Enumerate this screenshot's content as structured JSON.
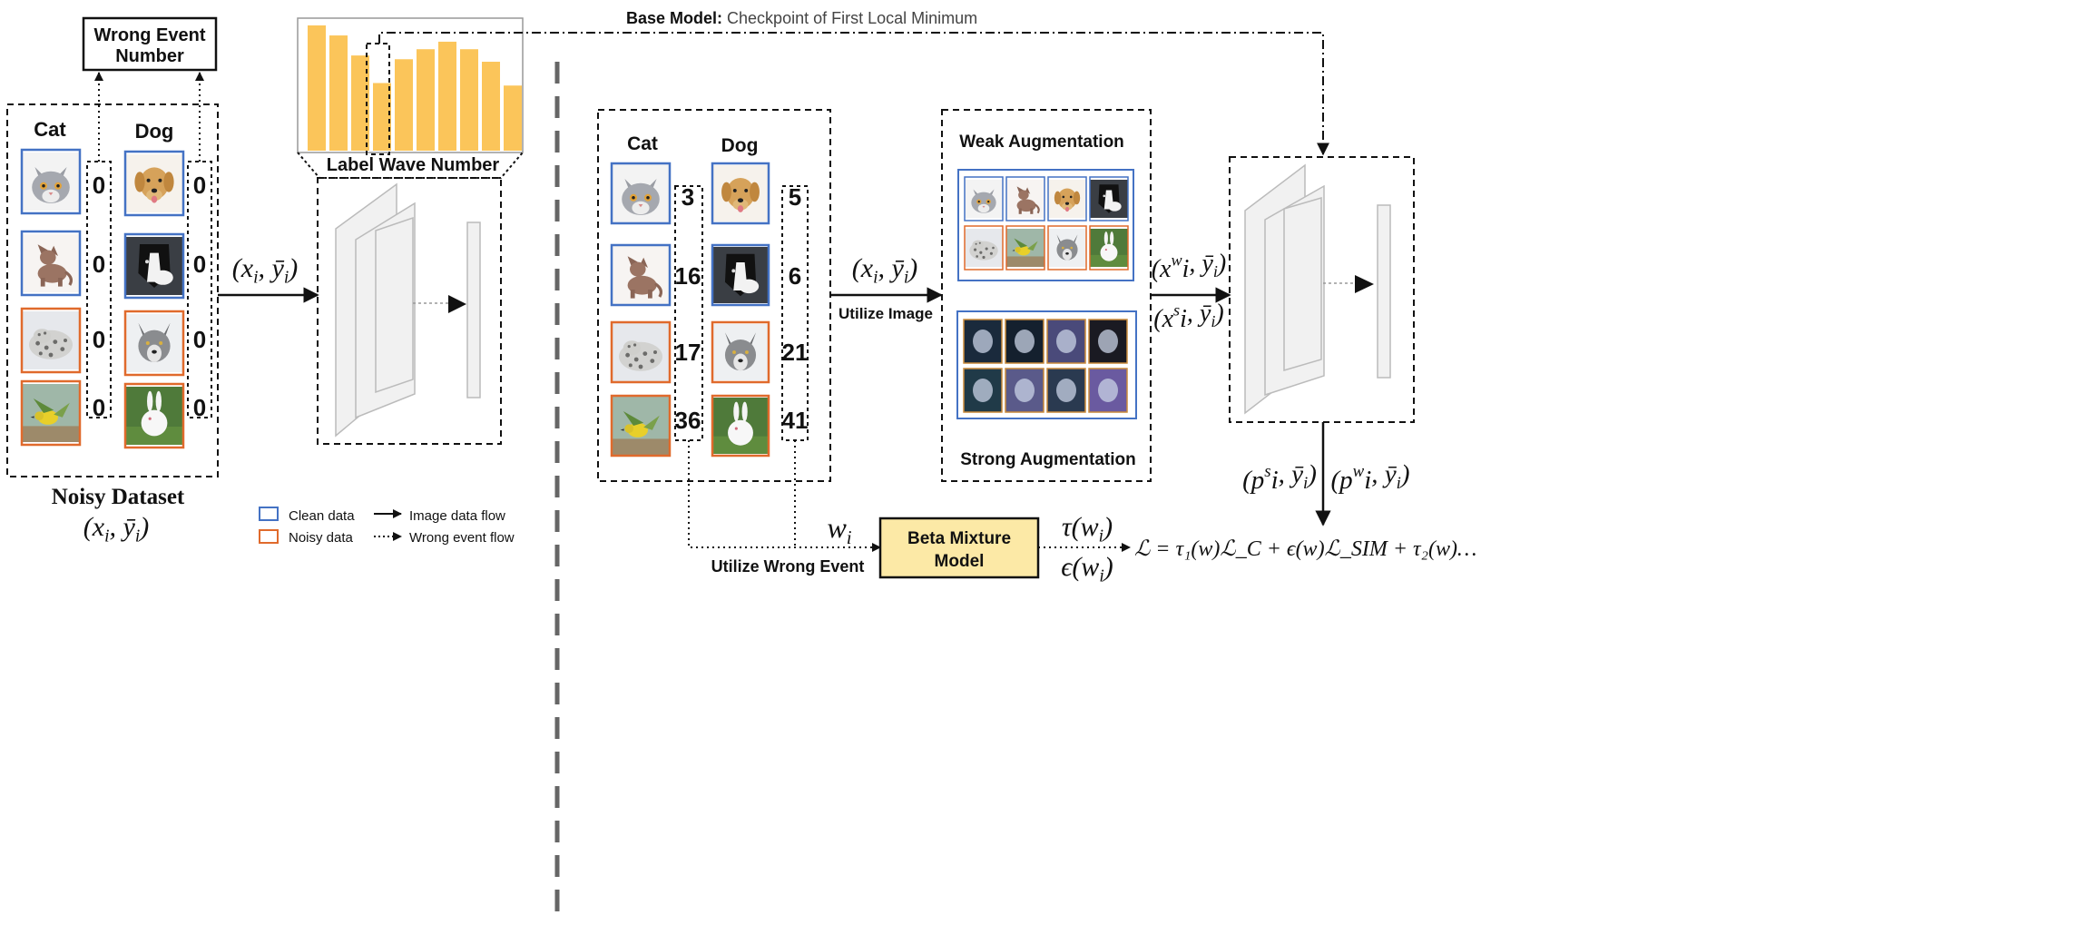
{
  "base_model": {
    "label": "Base Model:",
    "detail": "Checkpoint of First Local Minimum"
  },
  "wrong_event_number": {
    "line1": "Wrong Event",
    "line2": "Number"
  },
  "label_wave_number": "Label Wave Number",
  "label_wave_bars": [
    1.0,
    0.92,
    0.76,
    0.54,
    0.73,
    0.81,
    0.87,
    0.81,
    0.71,
    0.52
  ],
  "left_dataset": {
    "cat_header": "Cat",
    "dog_header": "Dog",
    "cat_counts": [
      "0",
      "0",
      "0",
      "0"
    ],
    "dog_counts": [
      "0",
      "0",
      "0",
      "0"
    ],
    "title": "Noisy Dataset",
    "formula": "(x_i, ȳ_i)"
  },
  "input_arrow_label": "(x_i, ȳ_i)",
  "legend": {
    "clean": "Clean data",
    "noisy": "Noisy data",
    "image_flow": "Image data flow",
    "wrong_flow": "Wrong event flow"
  },
  "right_dataset": {
    "cat_header": "Cat",
    "dog_header": "Dog",
    "cat_counts": [
      "3",
      "16",
      "17",
      "36"
    ],
    "dog_counts": [
      "5",
      "6",
      "21",
      "41"
    ]
  },
  "utilize_image": {
    "formula": "(x_i, ȳ_i)",
    "label": "Utilize Image"
  },
  "augmentation": {
    "weak": "Weak Augmentation",
    "strong": "Strong Augmentation"
  },
  "aug_outputs": {
    "weak": "(x_i^w, ȳ_i)",
    "strong": "(x_i^s, ȳ_i)"
  },
  "predictions": {
    "strong": "(p_i^s, ȳ_i)",
    "weak": "(p_i^w, ȳ_i)"
  },
  "weight_label": "w_i",
  "utilize_wrong_event": "Utilize Wrong Event",
  "bmm": {
    "line1": "Beta Mixture",
    "line2": "Model",
    "fill": "#fce9a6"
  },
  "tau": "τ(w_i)",
  "eps": "ϵ(w_i)",
  "loss": "ℒ = τ₁(w)ℒ_C + ϵ(w)ℒ_SIM + τ₂(w)…",
  "colors": {
    "clean": "#4472c4",
    "noisy": "#e06a2c",
    "bar": "#fbc55a",
    "divider": "#666666"
  },
  "thumbnails": {
    "cat_icons": [
      "cat-face-icon",
      "hairless-cat-icon",
      "snow-leopard-icon",
      "bird-icon"
    ],
    "dog_icons": [
      "golden-retriever-icon",
      "border-collie-icon",
      "wolf-icon",
      "rabbit-icon"
    ],
    "cat_kinds": [
      "clean",
      "clean",
      "noisy",
      "noisy"
    ],
    "dog_kinds": [
      "clean",
      "clean",
      "noisy",
      "noisy"
    ]
  }
}
